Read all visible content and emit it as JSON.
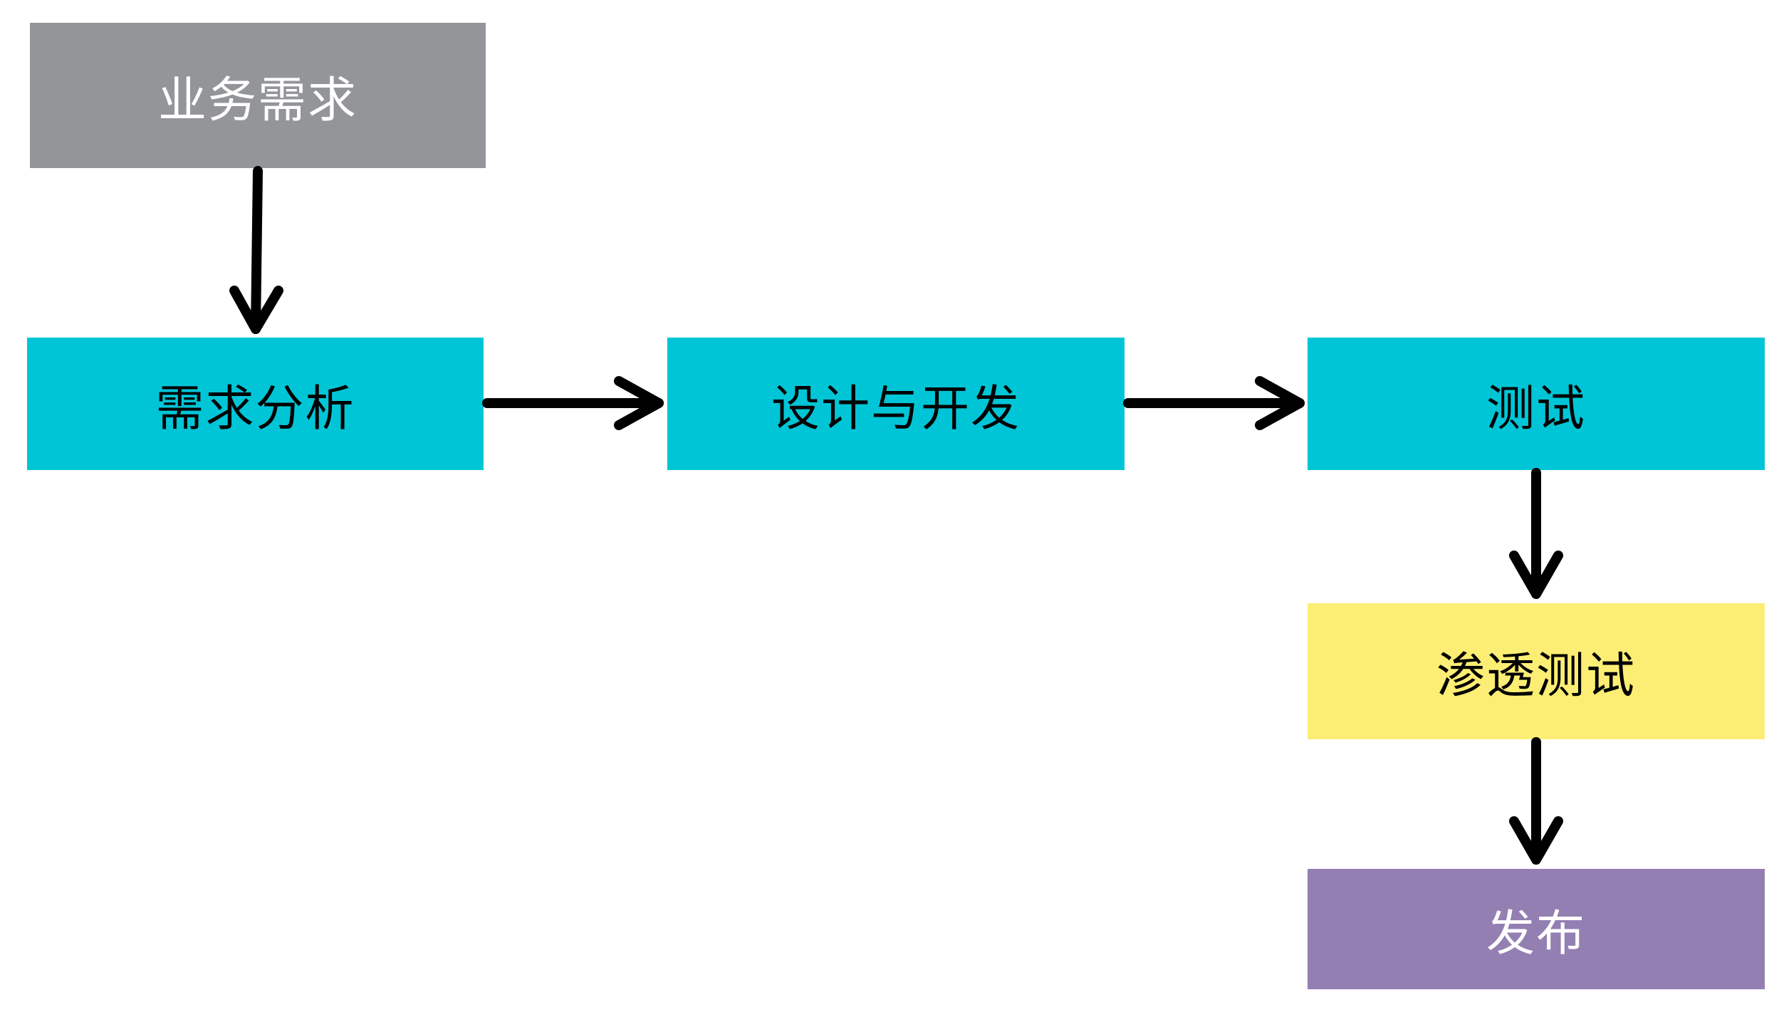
{
  "diagram": {
    "nodes": [
      {
        "id": "business",
        "label": "业务需求",
        "fill": "#939598",
        "text_color": "#ffffff"
      },
      {
        "id": "analysis",
        "label": "需求分析",
        "fill": "#00c5d6",
        "text_color": "#000000"
      },
      {
        "id": "design",
        "label": "设计与开发",
        "fill": "#00c5d6",
        "text_color": "#000000"
      },
      {
        "id": "test",
        "label": "测试",
        "fill": "#00c5d6",
        "text_color": "#000000"
      },
      {
        "id": "pentest",
        "label": "渗透测试",
        "fill": "#fcee74",
        "text_color": "#000000"
      },
      {
        "id": "release",
        "label": "发布",
        "fill": "#937fb2",
        "text_color": "#ffffff"
      }
    ],
    "edges": [
      {
        "from": "business",
        "to": "analysis"
      },
      {
        "from": "analysis",
        "to": "design"
      },
      {
        "from": "design",
        "to": "test"
      },
      {
        "from": "test",
        "to": "pentest"
      },
      {
        "from": "pentest",
        "to": "release"
      }
    ],
    "arrow_color": "#000000"
  }
}
